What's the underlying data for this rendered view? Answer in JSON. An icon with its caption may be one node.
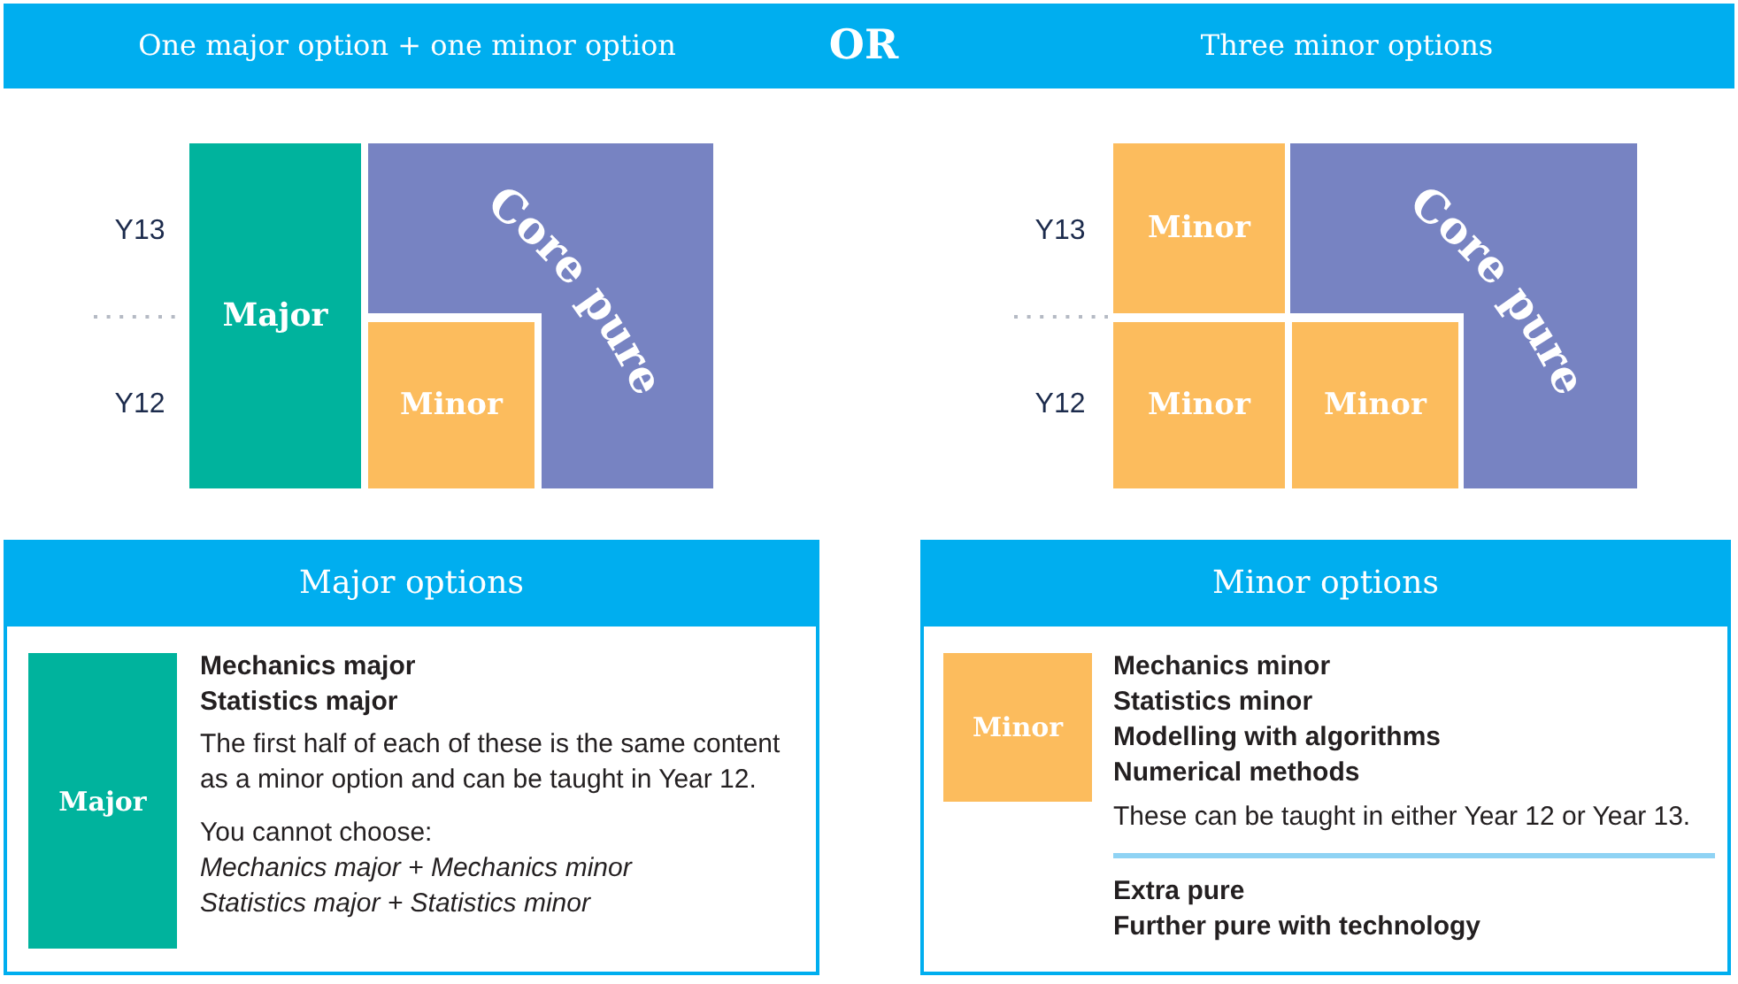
{
  "diagram": {
    "nodes": [
      {
        "text": [
          "One major option + one minor option",
          "OR",
          "Three minor options"
        ]
      },
      {
        "text": [
          "Major"
        ]
      },
      {
        "text": [
          "Core pure"
        ]
      },
      {
        "text": [
          "Minor"
        ]
      },
      {
        "text": [
          "Minor"
        ]
      },
      {
        "text": [
          "Core pure"
        ]
      },
      {
        "text": [
          "Minor"
        ]
      },
      {
        "text": [
          "Minor"
        ]
      },
      {
        "text": [
          "Major options",
          "Mechanics major",
          "Statistics major",
          "The first half of each of these is the same content as a minor option and can be taught in Year 12.",
          "You cannot choose:",
          "Mechanics major + Mechanics minor",
          "Statistics major + Statistics minor"
        ]
      },
      {
        "text": [
          "Major"
        ],
        "in": 8
      },
      {
        "text": [
          "Minor options",
          "Mechanics minor",
          "Statistics minor",
          "Modelling with algorithms",
          "Numerical methods",
          "These can be taught in either Year 12 or Year 13.",
          "Extra pure",
          "Further pure with technology"
        ]
      },
      {
        "text": [
          "Minor"
        ],
        "in": 10
      }
    ],
    "labels": [
      "Y13",
      "Y12",
      "Y13",
      "Y12"
    ]
  }
}
